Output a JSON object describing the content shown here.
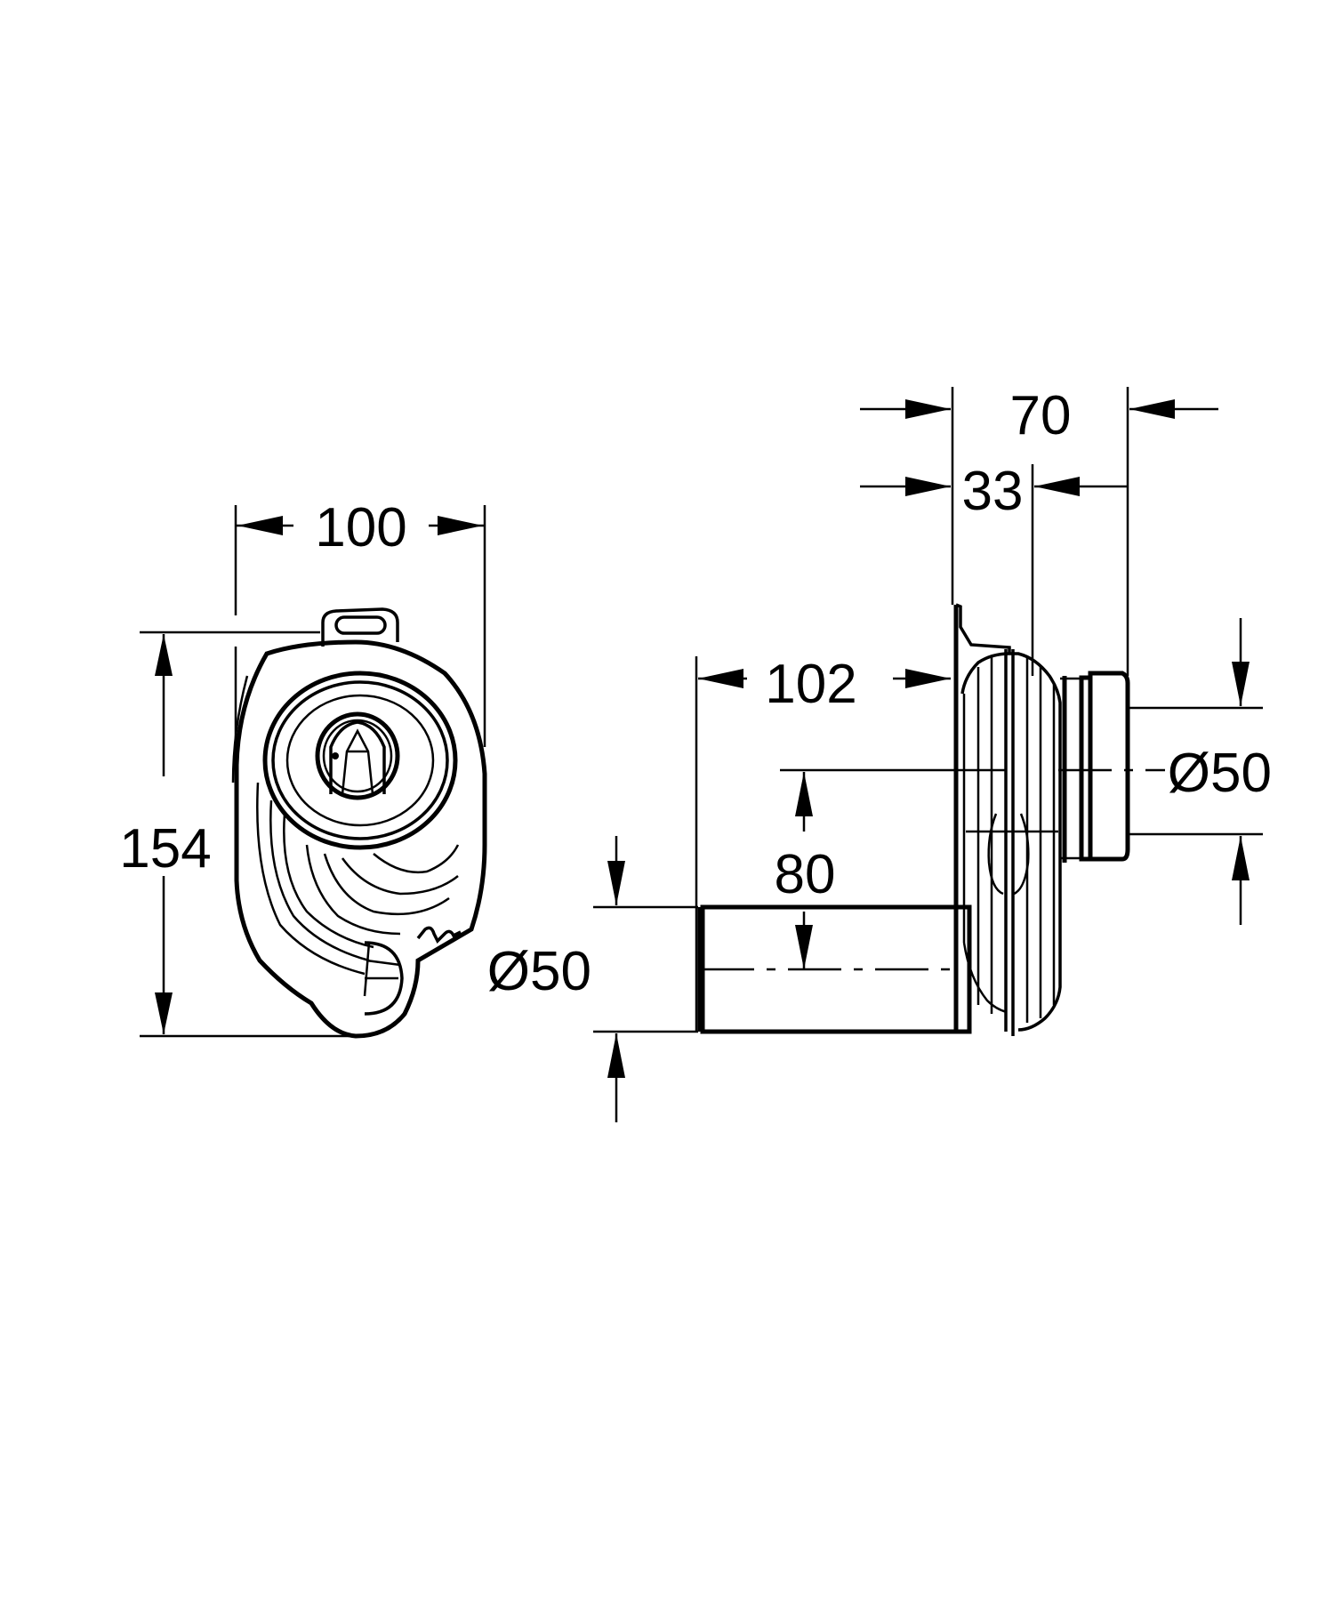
{
  "drawing": {
    "type": "technical-dimension-drawing",
    "subject": "urinal siphon / trap",
    "views": [
      {
        "name": "front-view",
        "dimensions": {
          "width": "100",
          "height": "154"
        }
      },
      {
        "name": "side-view",
        "dimensions": {
          "overall_depth": "70",
          "flange_to_ring": "33",
          "outlet_length": "102",
          "vertical_offset": "80",
          "outlet_diameter": "Ø50",
          "inlet_diameter": "Ø50"
        }
      }
    ],
    "colors": {
      "line": "#000000",
      "background": "#ffffff"
    }
  }
}
